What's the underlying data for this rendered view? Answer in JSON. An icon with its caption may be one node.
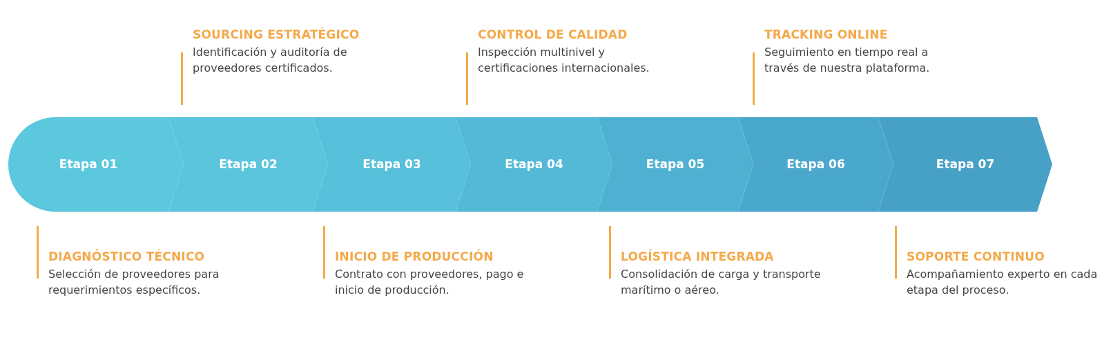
{
  "diagram": {
    "nodes": [
      {
        "text": [
          "Etapa 01"
        ],
        "beside": [
          "DIAGNÓSTICO TÉCNICO",
          "Selección de proveedores para requerimientos específicos."
        ]
      },
      {
        "text": [
          "Etapa 02"
        ],
        "beside": [
          "SOURCING ESTRATÉGICO",
          "Identificación y auditoría de proveedores certificados."
        ]
      },
      {
        "text": [
          "Etapa 03"
        ],
        "beside": [
          "INICIO DE PRODUCCIÓN",
          "Contrato con proveedores, pago e inicio de producción."
        ]
      },
      {
        "text": [
          "Etapa 04"
        ],
        "beside": [
          "CONTROL DE CALIDAD",
          "Inspección multinivel y certificaciones internacionales."
        ]
      },
      {
        "text": [
          "Etapa 05"
        ],
        "beside": [
          "LOGÍSTICA INTEGRADA",
          "Consolidación de carga y transporte marítimo o aéreo."
        ]
      },
      {
        "text": [
          "Etapa 06"
        ],
        "beside": [
          "TRACKING ONLINE",
          "Seguimiento en tiempo real a través de nuestra plataforma."
        ]
      },
      {
        "text": [
          "Etapa 07"
        ],
        "beside": [
          "SOPORTE CONTINUO",
          "Acompañamiento experto en cada etapa del proceso."
        ]
      }
    ]
  }
}
